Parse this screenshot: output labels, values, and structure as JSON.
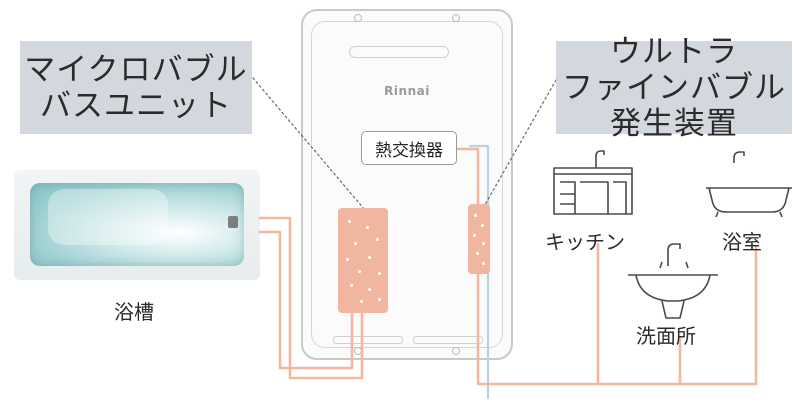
{
  "labels": {
    "microbubble_unit": [
      "マイクロバブル",
      "バスユニット"
    ],
    "ultrafine_device": [
      "ウルトラ",
      "ファインバブル",
      "発生装置"
    ],
    "heat_exchanger": "熱交換器",
    "brand": "Rinnai",
    "bathtub": "浴槽",
    "kitchen": "キッチン",
    "bathroom": "浴室",
    "washroom": "洗面所"
  },
  "colors": {
    "pipe_hot": "#f2b89f",
    "pipe_cold": "#b9d3e3",
    "pad": "#f0b6a0",
    "label_bg": "#d3d7de"
  },
  "icons": [
    "kitchen-icon",
    "bathtub-icon",
    "washbasin-icon",
    "heater-unit"
  ]
}
